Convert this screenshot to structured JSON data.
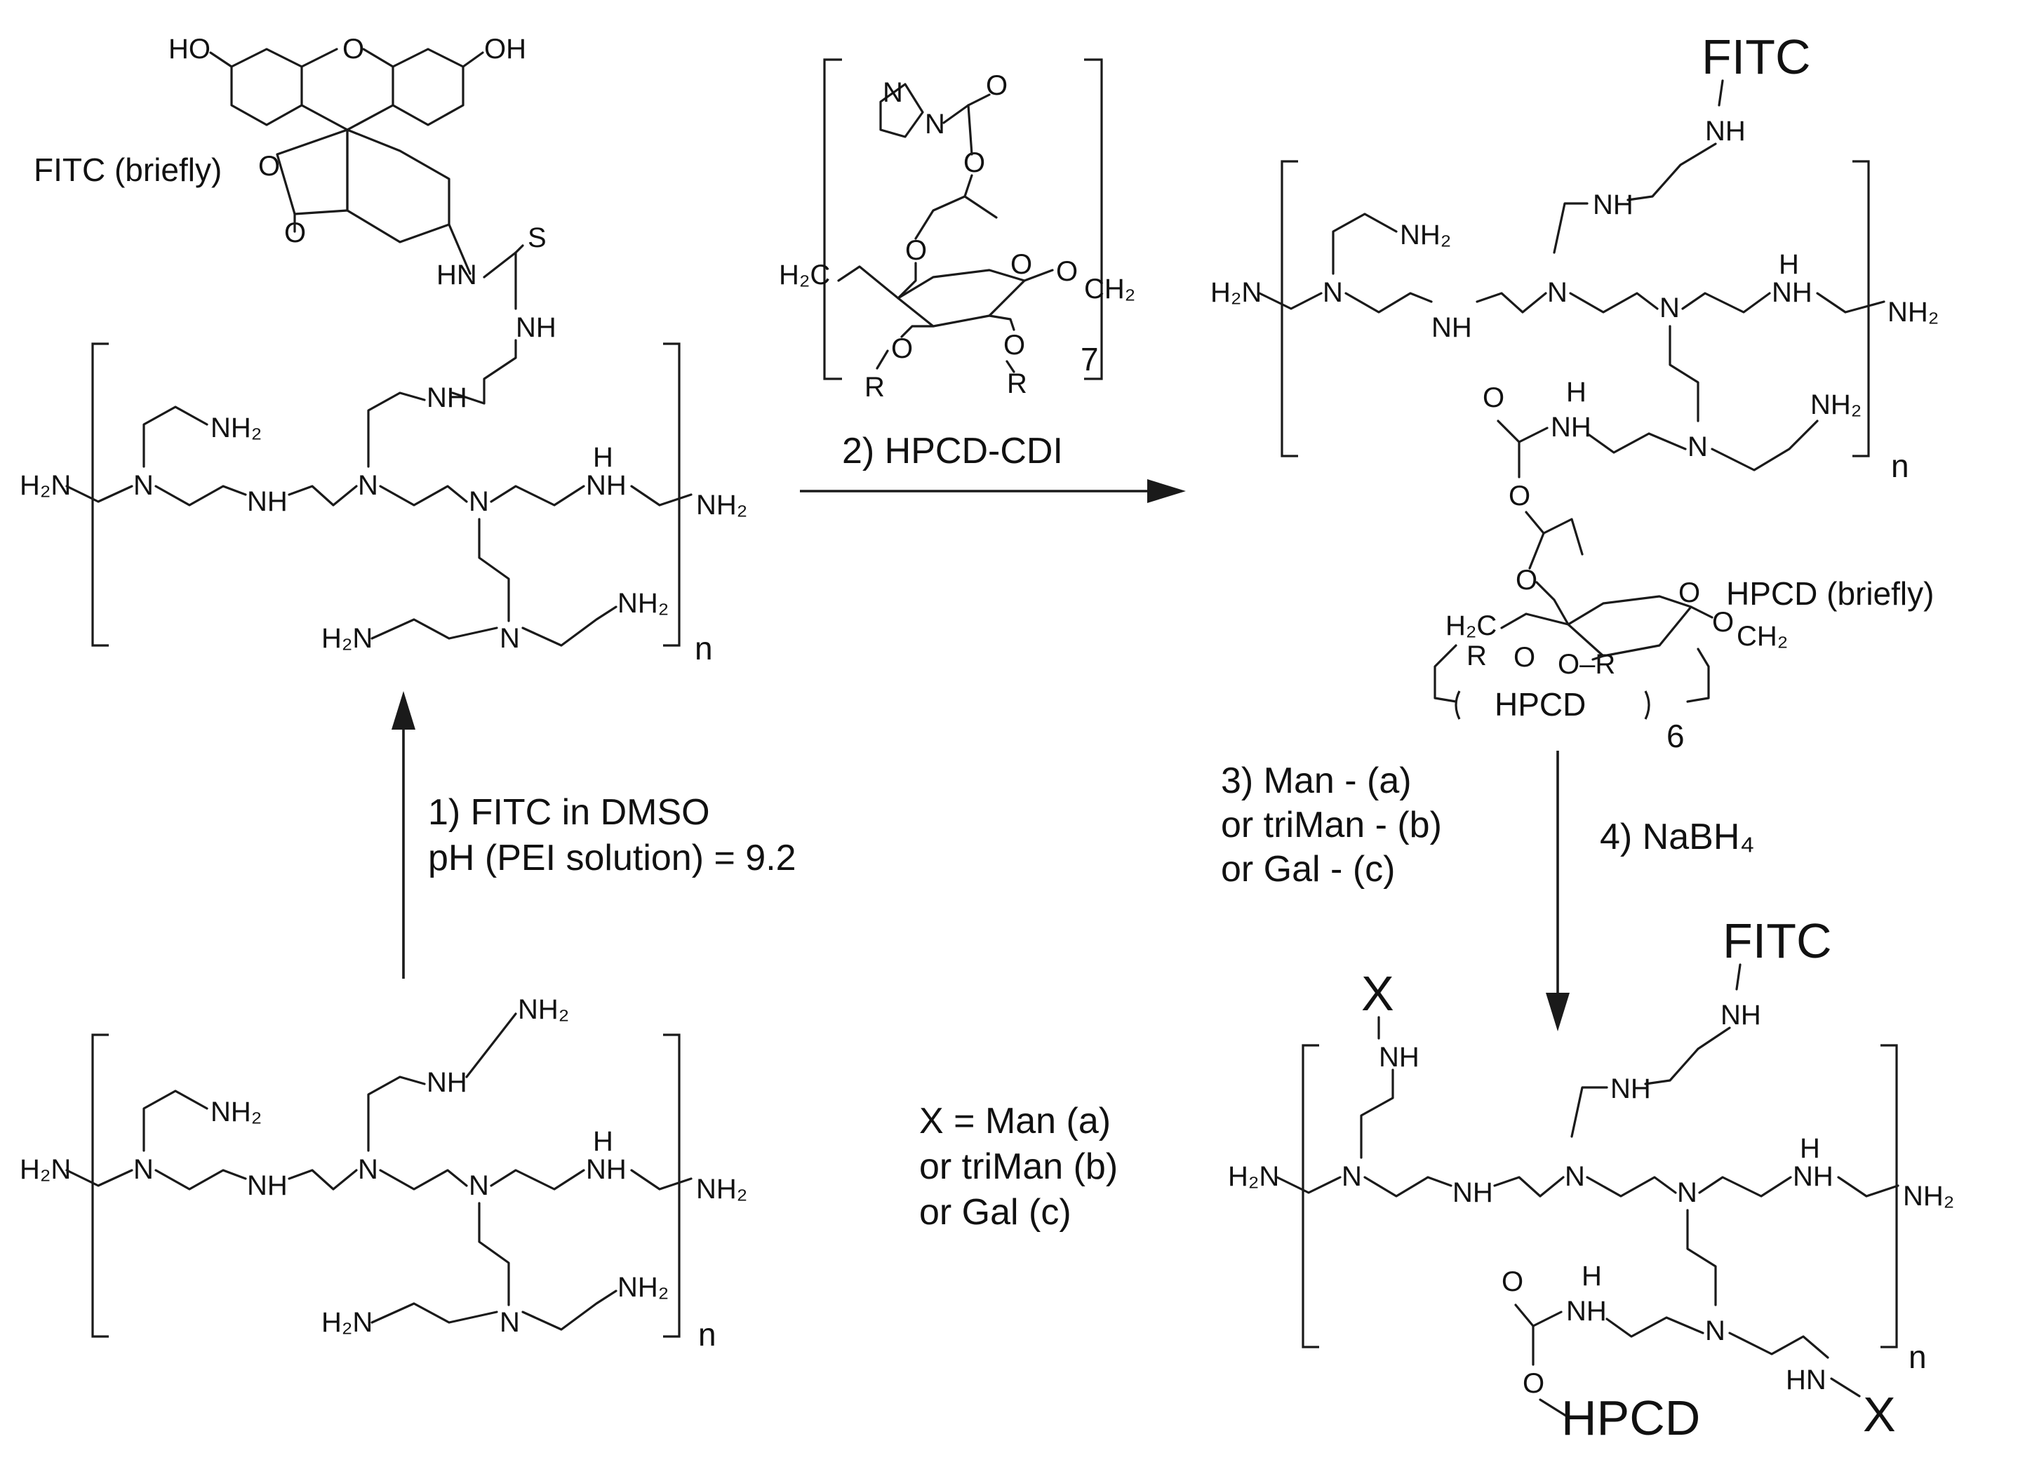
{
  "atoms": {
    "nh2": "NH₂",
    "h2n": "H₂N",
    "h2c": "H₂C",
    "ch2": "CH₂",
    "nh": "NH",
    "hn": "HN",
    "n": "N",
    "h": "H",
    "o": "O",
    "s": "S",
    "r": "R",
    "ho": "HO",
    "oh": "OH",
    "x": "X",
    "o_r": "O–R"
  },
  "labels": {
    "fitc_briefly": "FITC (briefly)",
    "hpcd_briefly": "HPCD (briefly)",
    "fitc": "FITC",
    "hpcd": "HPCD",
    "n": "n",
    "seven": "7",
    "six": "6"
  },
  "steps": {
    "step1_line1": "1) FITC in DMSO",
    "step1_line2": "pH (PEI solution) = 9.2",
    "step2": "2) HPCD-CDI",
    "step3_line1": "3) Man - (a)",
    "step3_line2": "or triMan - (b)",
    "step3_line3": "or Gal - (c)",
    "step4": "4) NaBH₄"
  },
  "x_definition": {
    "line1": "X = Man (a)",
    "line2": "or triMan (b)",
    "line3": "or Gal (c)"
  }
}
